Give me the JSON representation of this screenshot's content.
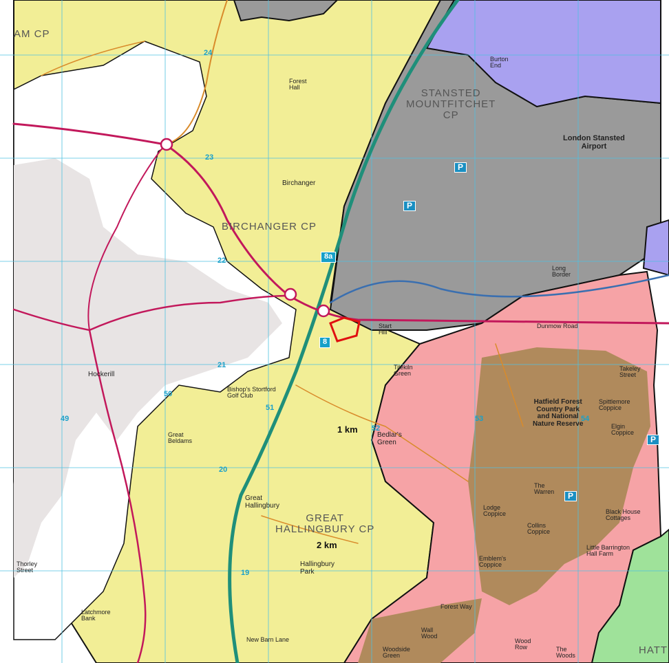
{
  "colors": {
    "yellow_parish": "#f2ee96",
    "grey_parish": "#9a9a9a",
    "purple_parish": "#a9a1f0",
    "pink_parish": "#f6a3a6",
    "green_parish": "#9fe29a",
    "urban": "#e8e4e4",
    "woodland": "#b08a5c",
    "motorway": "#1f8f7a",
    "a_road": "#c2185b",
    "b_road": "#d98b2b",
    "boundary": "#111111",
    "grid": "#4fc0e0",
    "highlight": "#e01010"
  },
  "parish_labels": {
    "stansted": "STANSTED\nMOUNTFITCHET\nCP",
    "birchanger": "BIRCHANGER CP",
    "great_hallingbury": "GREAT\nHALLINGBURY CP",
    "am": "AM CP",
    "hatt": "HATT"
  },
  "distance_labels": {
    "one_km": "1 km",
    "two_km": "2 km"
  },
  "junction_labels": {
    "j8a": "8a",
    "j8": "8"
  },
  "place_labels": {
    "london_stansted_airport": "London Stansted\nAirport",
    "hatfield_forest": "Hatfield Forest\nCountry Park\nand National\nNature Reserve",
    "birchanger": "Birchanger",
    "great_hallingbury": "Great\nHallingbury",
    "hallingbury_park": "Hallingbury\nPark",
    "bedlars_green": "Bedlar's\nGreen",
    "hockerill": "Hockerill",
    "thorley_street": "Thorley\nStreet",
    "start_hill": "Start\nHill",
    "tilekiln_green": "Tilekiln\nGreen",
    "long_border": "Long\nBorder",
    "forest_hall": "Forest\nHall",
    "the_warren": "The\nWarren",
    "lodge_coppice": "Lodge\nCoppice",
    "collins_coppice": "Collins\nCoppice",
    "emblems_coppice": "Emblem's\nCoppice",
    "spittlemore_coppice": "Spittlemore\nCoppice",
    "elgin_coppice": "Elgin\nCoppice",
    "great_beldams": "Great\nBeldams",
    "bishops_stortford_golf_club": "Bishop's Stortford\nGolf Club",
    "little_barrington_hall_farm": "Little Barrington\nHall Farm",
    "black_house_cottages": "Black House\nCottages",
    "latchmore_bank": "Latchmore\nBank",
    "woodside_green": "Woodside\nGreen",
    "wall_wood": "Wall\nWood",
    "wood_row": "Wood\nRow",
    "the_woods": "The\nWoods",
    "new_barn_lane": "New Barn Lane",
    "burton_end": "Burton\nEnd",
    "dunmow_road": "Dunmow Road",
    "takeley_street": "Takeley\nStreet",
    "forest_way": "Forest Way"
  },
  "grid_numbers": {
    "g24": "24",
    "g23": "23",
    "g22": "22",
    "g21": "21",
    "g20": "20",
    "g19": "19",
    "g50": "50",
    "g51": "51",
    "g52": "52",
    "g53": "53",
    "g54": "54",
    "g49": "49"
  },
  "symbols": {
    "parking": "P",
    "fuel": "⛽"
  }
}
